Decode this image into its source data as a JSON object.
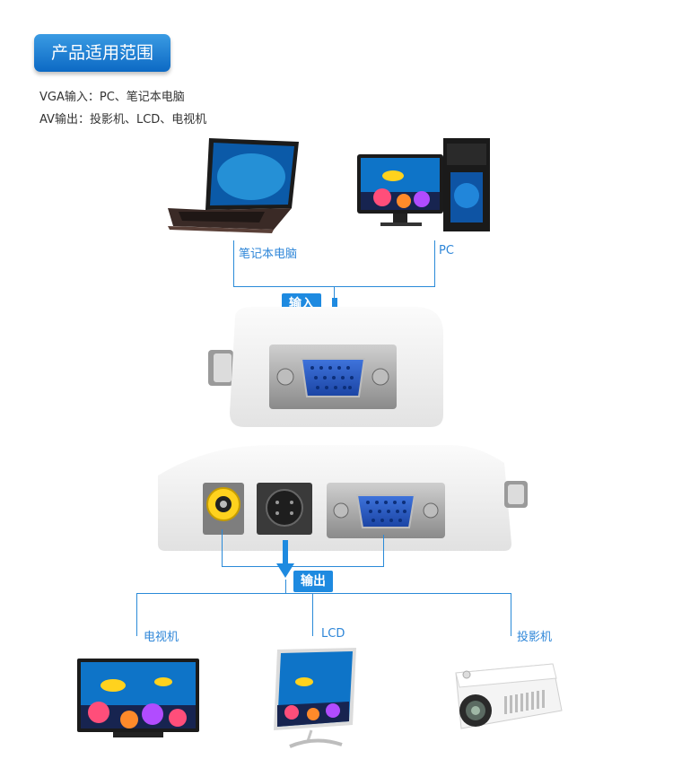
{
  "header": {
    "title": "产品适用范围"
  },
  "desc": {
    "line1": "VGA输入：PC、笔记本电脑",
    "line2": "AV输出：投影机、LCD、电视机"
  },
  "inputs": {
    "laptop_label": "笔记本电脑",
    "pc_label": "PC",
    "tag": "输入"
  },
  "outputs": {
    "tag": "输出",
    "tv_label": "电视机",
    "lcd_label": "LCD",
    "projector_label": "投影机"
  },
  "colors": {
    "accent_blue": "#1e8ae0",
    "pill_blue": "#0c69c4",
    "line_blue": "#2a8ad8"
  }
}
